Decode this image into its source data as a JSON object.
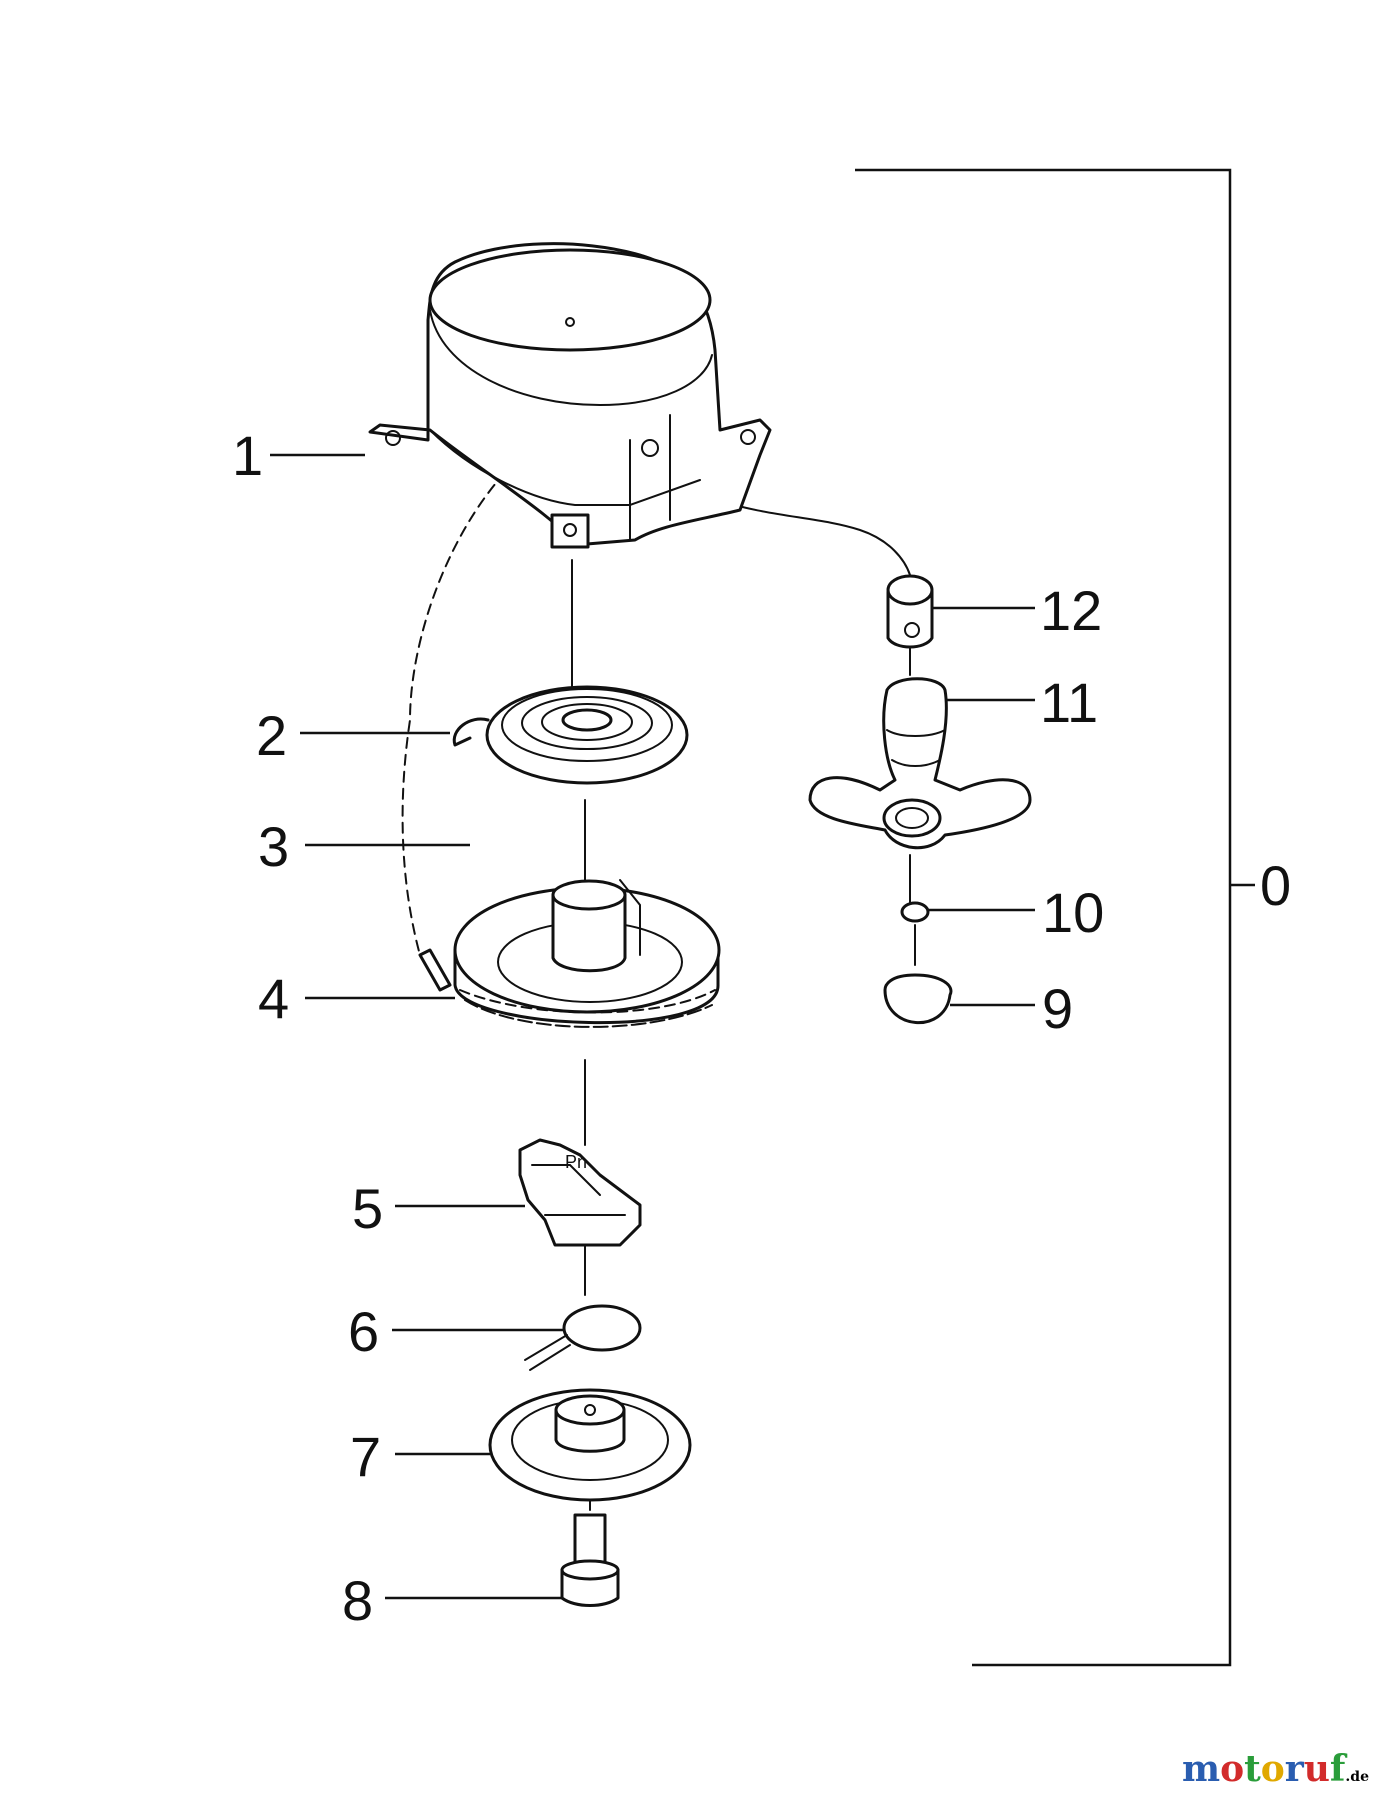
{
  "callouts": [
    {
      "id": "1",
      "text": "1"
    },
    {
      "id": "2",
      "text": "2"
    },
    {
      "id": "3",
      "text": "3"
    },
    {
      "id": "4",
      "text": "4"
    },
    {
      "id": "5",
      "text": "5"
    },
    {
      "id": "6",
      "text": "6"
    },
    {
      "id": "7",
      "text": "7"
    },
    {
      "id": "8",
      "text": "8"
    },
    {
      "id": "9",
      "text": "9"
    },
    {
      "id": "10",
      "text": "10"
    },
    {
      "id": "11",
      "text": "11"
    },
    {
      "id": "12",
      "text": "12"
    },
    {
      "id": "0",
      "text": "0"
    }
  ],
  "watermark": {
    "letters": [
      "m",
      "o",
      "t",
      "o",
      "r",
      "u",
      "f"
    ],
    "colors": [
      "#2a5db0",
      "#d22b2b",
      "#2a9d3a",
      "#e0a800",
      "#2a5db0",
      "#d22b2b",
      "#2a9d3a"
    ],
    "suffix": ".de"
  }
}
